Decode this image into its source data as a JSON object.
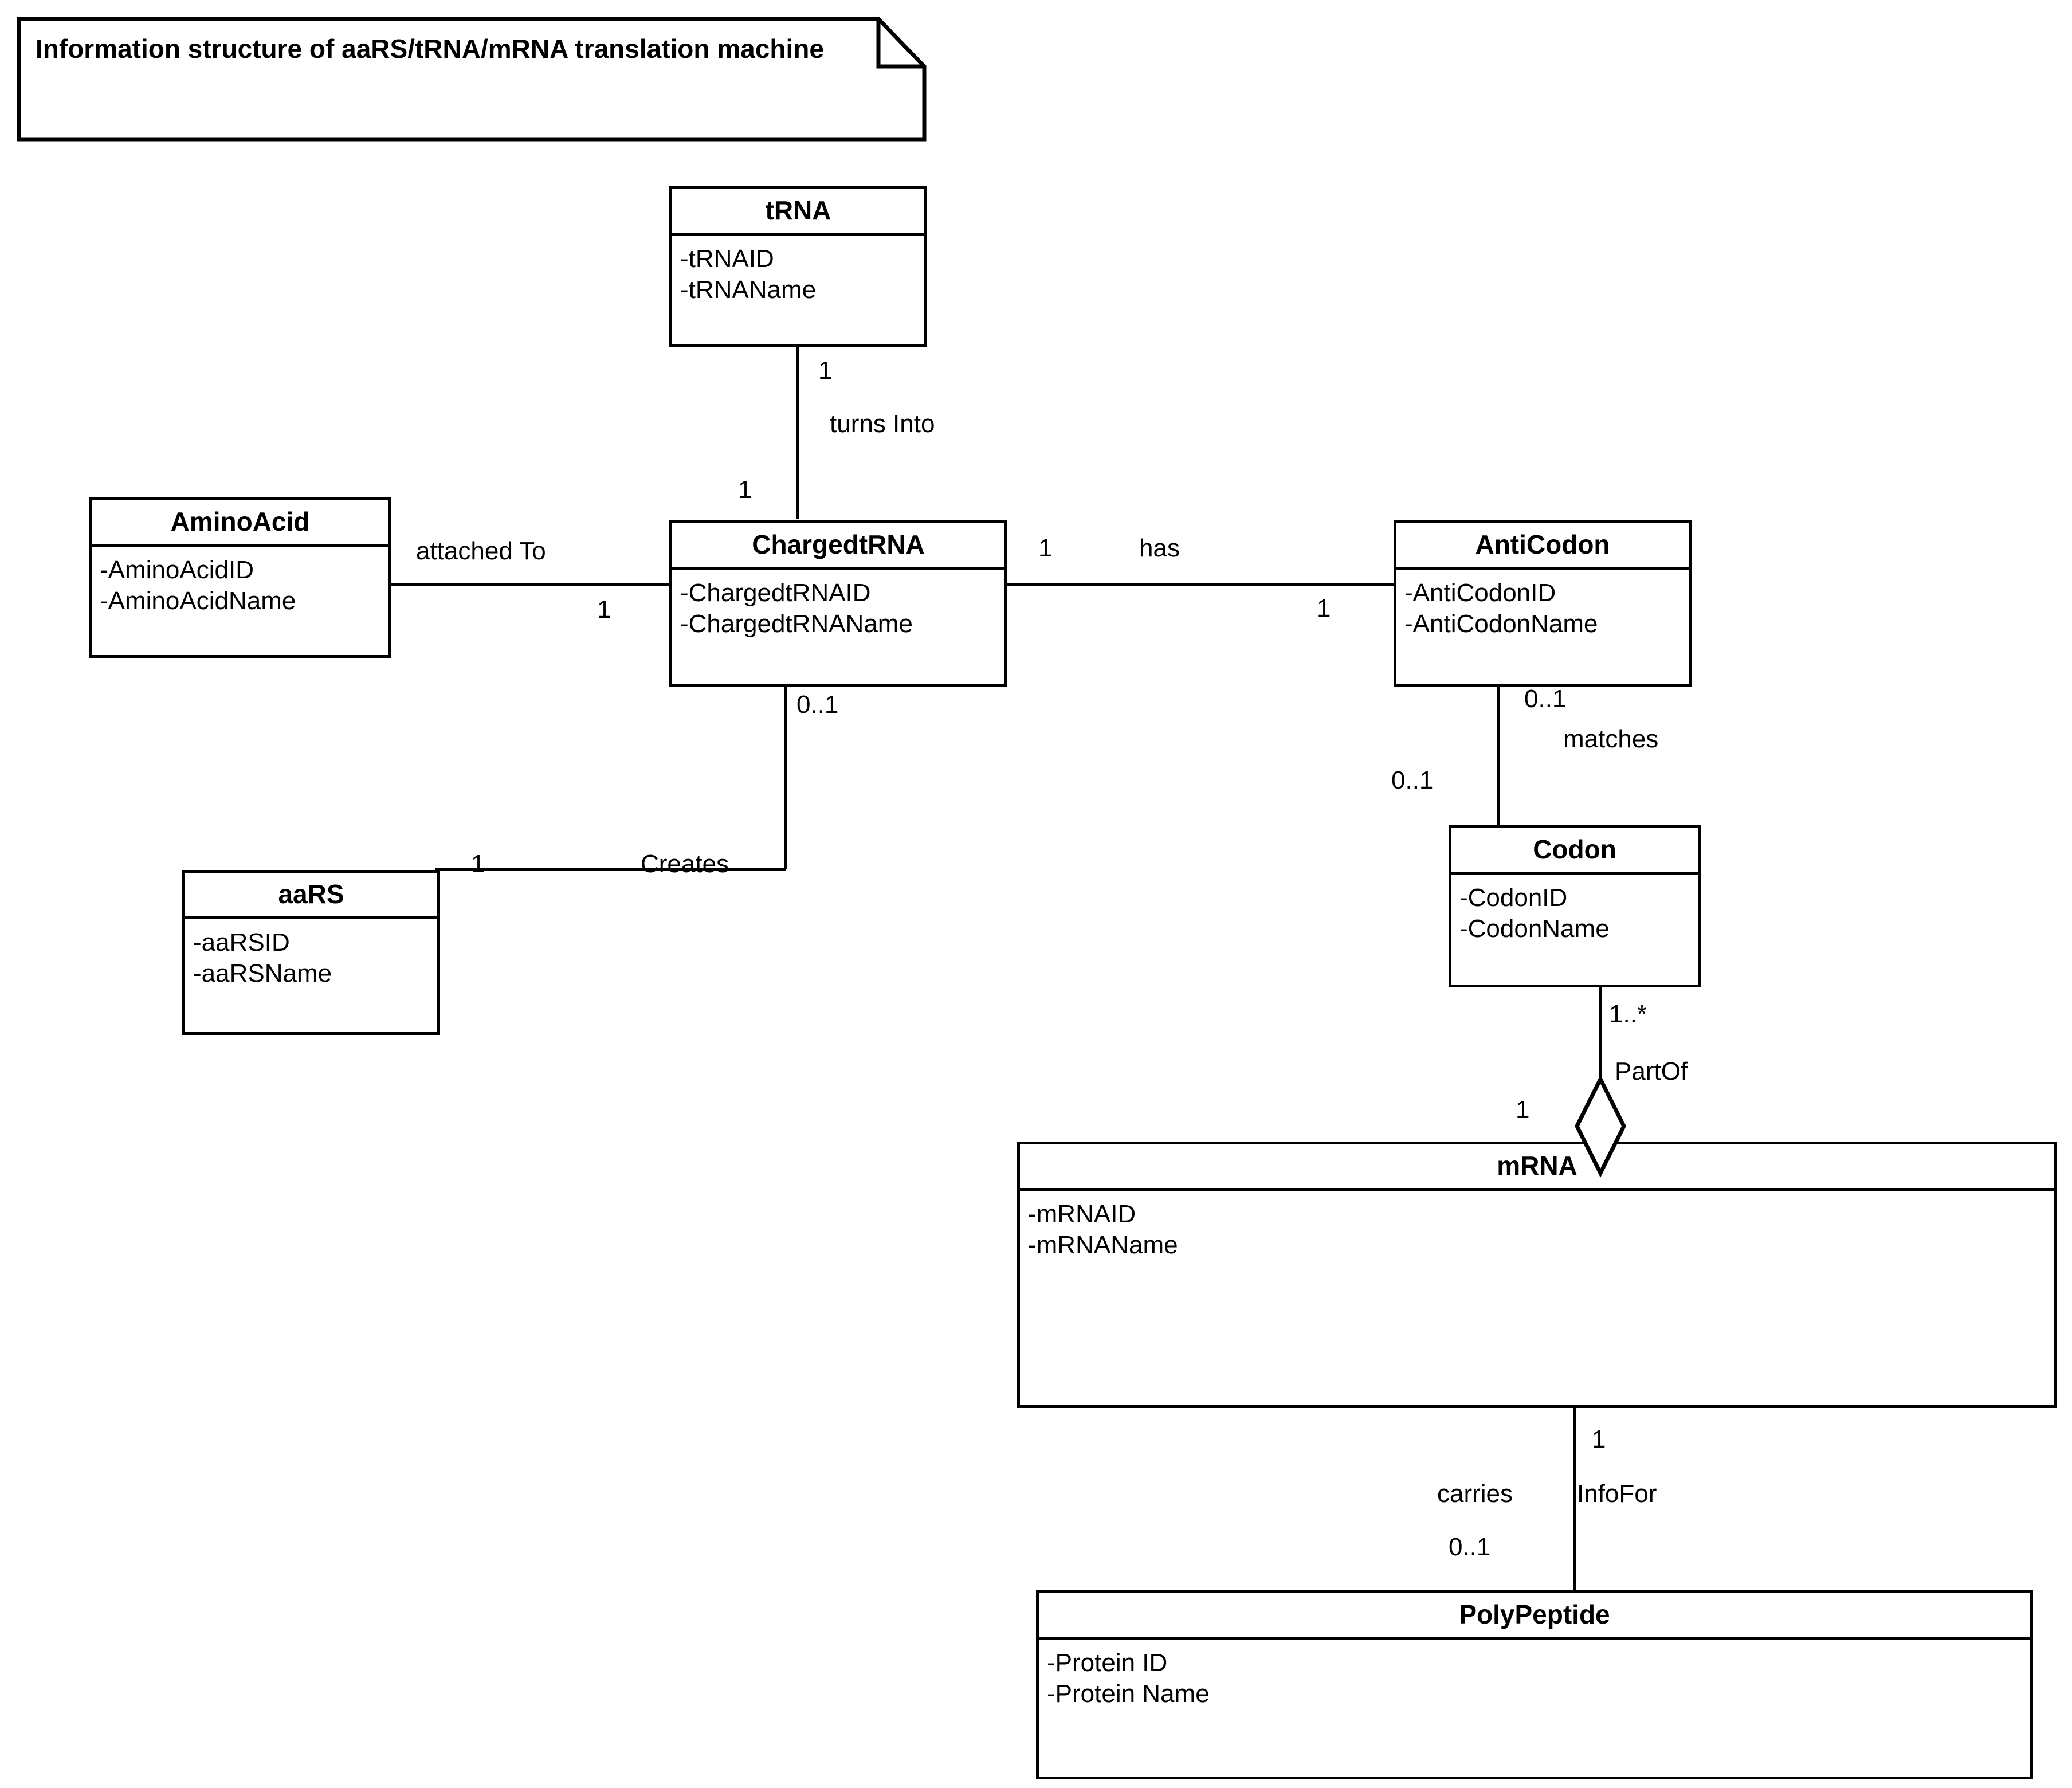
{
  "diagram": {
    "kind": "uml-class-diagram",
    "note": {
      "text": "Information structure of aaRS/tRNA/mRNA translation machine"
    },
    "classes": [
      {
        "id": "trna",
        "name": "tRNA",
        "attributes": [
          "-tRNAID",
          "-tRNAName"
        ]
      },
      {
        "id": "aminoacid",
        "name": "AminoAcid",
        "attributes": [
          "-AminoAcidID",
          "-AminoAcidName"
        ]
      },
      {
        "id": "chargedtrna",
        "name": "ChargedtRNA",
        "attributes": [
          "-ChargedtRNAID",
          "-ChargedtRNAName"
        ]
      },
      {
        "id": "anticodon",
        "name": "AntiCodon",
        "attributes": [
          "-AntiCodonID",
          "-AntiCodonName"
        ]
      },
      {
        "id": "aars",
        "name": "aaRS",
        "attributes": [
          "-aaRSID",
          "-aaRSName"
        ]
      },
      {
        "id": "codon",
        "name": "Codon",
        "attributes": [
          "-CodonID",
          "-CodonName"
        ]
      },
      {
        "id": "mrna",
        "name": "mRNA",
        "attributes": [
          "-mRNAID",
          "-mRNAName"
        ]
      },
      {
        "id": "polypeptide",
        "name": "PolyPeptide",
        "attributes": [
          "-Protein ID",
          "-Protein Name"
        ]
      }
    ],
    "associations": [
      {
        "id": "turns-into",
        "name": "turns Into",
        "from": "tRNA",
        "to": "ChargedtRNA",
        "from_multiplicity": "1",
        "to_multiplicity": "1",
        "type": "association"
      },
      {
        "id": "attached-to",
        "name": "attached To",
        "from": "AminoAcid",
        "to": "ChargedtRNA",
        "from_multiplicity": "",
        "to_multiplicity": "1",
        "type": "association"
      },
      {
        "id": "has",
        "name": "has",
        "from": "ChargedtRNA",
        "to": "AntiCodon",
        "from_multiplicity": "1",
        "to_multiplicity": "1",
        "type": "association"
      },
      {
        "id": "creates",
        "name": "Creates",
        "from": "aaRS",
        "to": "ChargedtRNA",
        "from_multiplicity": "1",
        "to_multiplicity": "0..1",
        "type": "association"
      },
      {
        "id": "matches",
        "name": "matches",
        "from": "AntiCodon",
        "to": "Codon",
        "from_multiplicity": "0..1",
        "to_multiplicity": "0..1",
        "type": "association"
      },
      {
        "id": "partof",
        "name": "PartOf",
        "from": "Codon",
        "to": "mRNA",
        "from_multiplicity": "1..*",
        "to_multiplicity": "1",
        "type": "aggregation"
      },
      {
        "id": "carries-info-for",
        "name_left": "carries",
        "name_right": "InfoFor",
        "from": "mRNA",
        "to": "PolyPeptide",
        "from_multiplicity": "1",
        "to_multiplicity": "0..1",
        "type": "association"
      }
    ],
    "labels": {
      "turns_into": "turns Into",
      "attached_to": "attached To",
      "has": "has",
      "creates": "Creates",
      "matches": "matches",
      "partof": "PartOf",
      "carries": "carries",
      "infofor": "InfoFor",
      "m_one": "1",
      "m_zero_one": "0..1",
      "m_one_star": "1..*"
    },
    "colors": {
      "stroke": "#000000",
      "fill": "#ffffff",
      "text": "#000000"
    }
  }
}
